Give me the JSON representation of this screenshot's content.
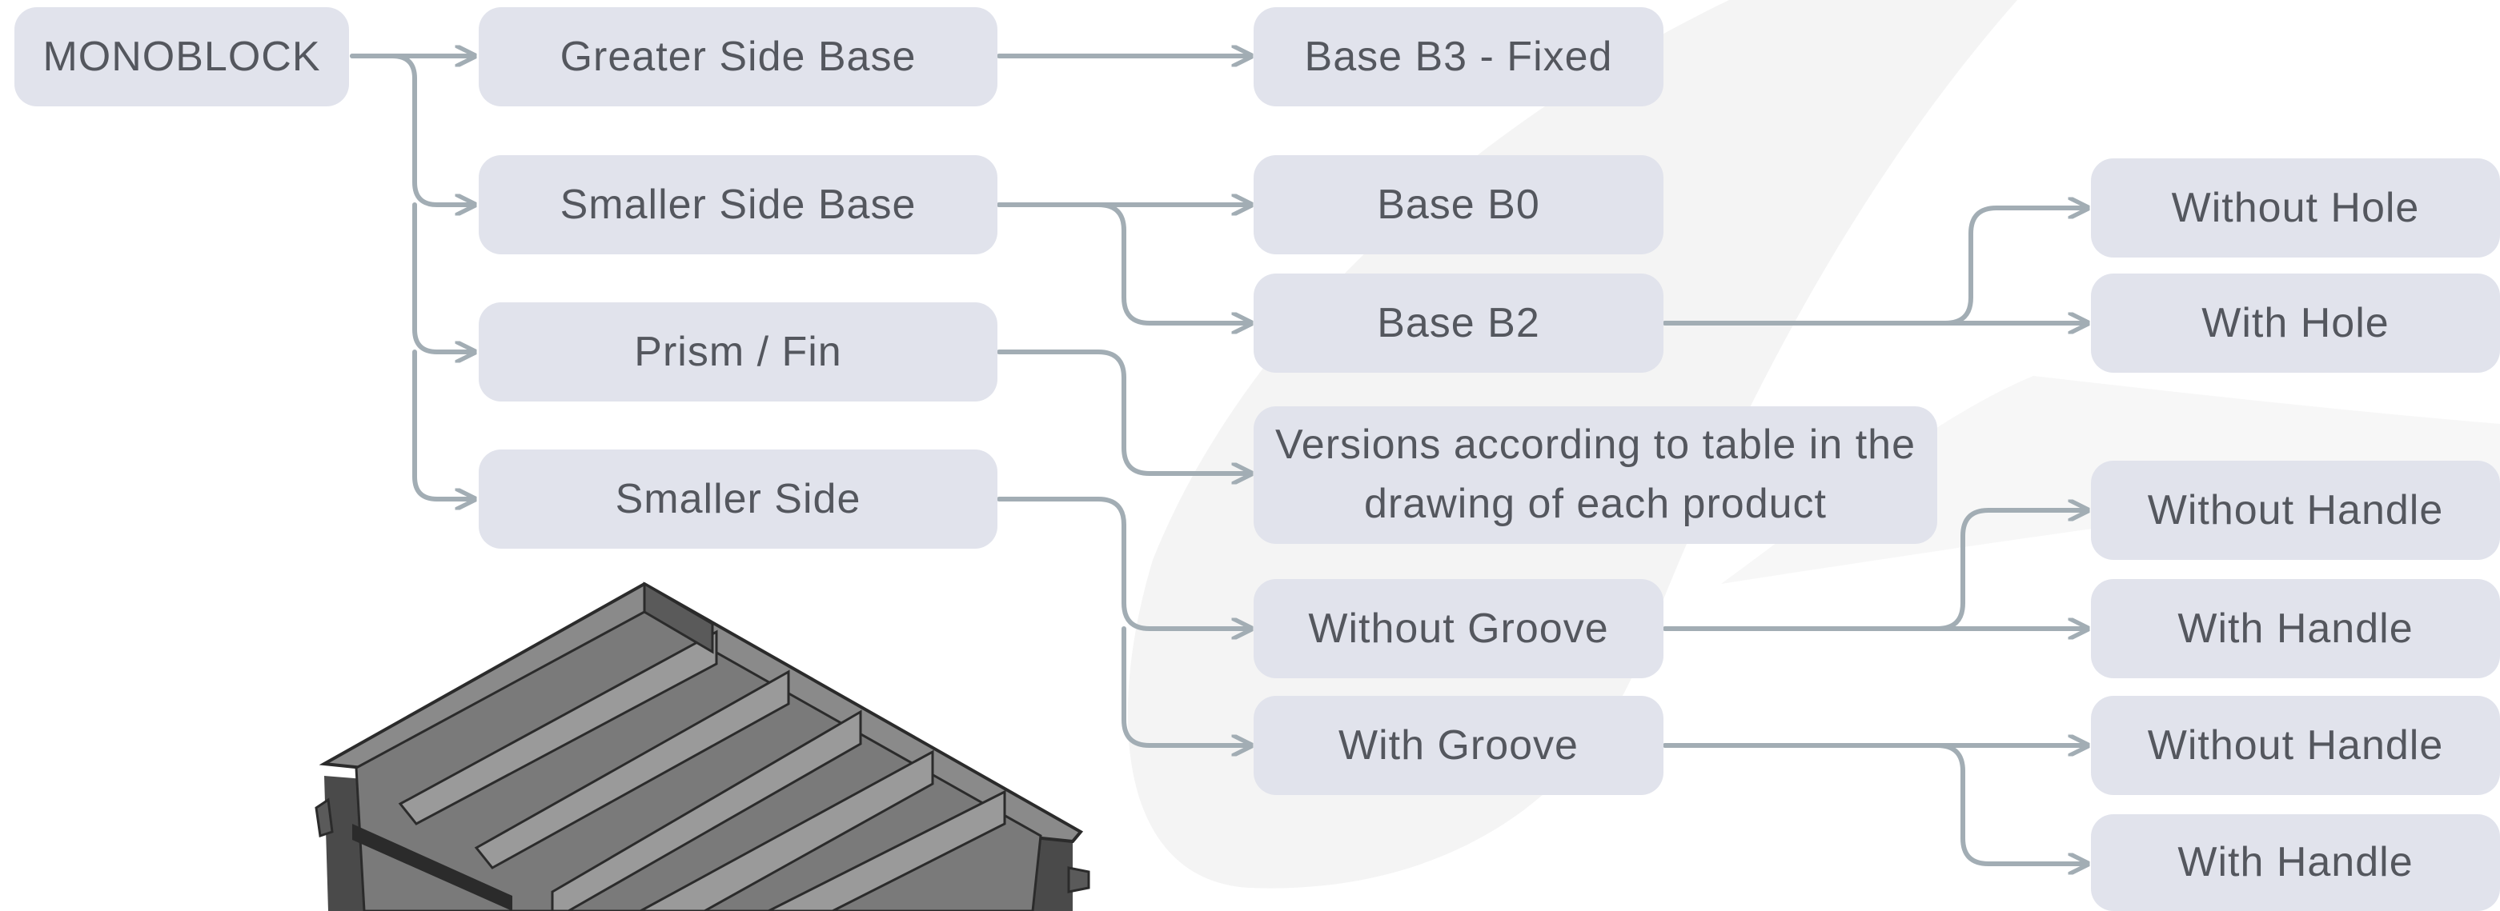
{
  "diagram": {
    "nodes": [
      {
        "id": "monoblock",
        "label": "MONOBLOCK"
      },
      {
        "id": "greater_side_base",
        "label": "Greater Side Base"
      },
      {
        "id": "smaller_side_base",
        "label": "Smaller Side Base"
      },
      {
        "id": "prism_fin",
        "label": "Prism / Fin"
      },
      {
        "id": "smaller_side",
        "label": "Smaller Side"
      },
      {
        "id": "base_b3",
        "label": "Base B3 - Fixed"
      },
      {
        "id": "base_b0",
        "label": "Base B0"
      },
      {
        "id": "base_b2",
        "label": "Base B2"
      },
      {
        "id": "versions",
        "label": "Versions according to table in the drawing of each product"
      },
      {
        "id": "without_groove",
        "label": "Without Groove"
      },
      {
        "id": "with_groove",
        "label": "With Groove"
      },
      {
        "id": "without_hole",
        "label": "Without Hole"
      },
      {
        "id": "with_hole",
        "label": "With Hole"
      },
      {
        "id": "without_handle_1",
        "label": "Without Handle"
      },
      {
        "id": "with_handle_1",
        "label": "With Handle"
      },
      {
        "id": "without_handle_2",
        "label": "Without Handle"
      },
      {
        "id": "with_handle_2",
        "label": "With Handle"
      }
    ],
    "edges": [
      [
        "monoblock",
        "greater_side_base"
      ],
      [
        "monoblock",
        "smaller_side_base"
      ],
      [
        "monoblock",
        "prism_fin"
      ],
      [
        "monoblock",
        "smaller_side"
      ],
      [
        "greater_side_base",
        "base_b3"
      ],
      [
        "smaller_side_base",
        "base_b0"
      ],
      [
        "smaller_side_base",
        "base_b2"
      ],
      [
        "prism_fin",
        "versions"
      ],
      [
        "smaller_side",
        "without_groove"
      ],
      [
        "smaller_side",
        "with_groove"
      ],
      [
        "base_b2",
        "without_hole"
      ],
      [
        "base_b2",
        "with_hole"
      ],
      [
        "without_groove",
        "without_handle_1"
      ],
      [
        "without_groove",
        "with_handle_1"
      ],
      [
        "with_groove",
        "without_handle_2"
      ],
      [
        "with_groove",
        "with_handle_2"
      ]
    ]
  },
  "colors": {
    "node_fill": "#e1e3ec",
    "node_text": "#54575e",
    "connector": "#a2adb4",
    "product_body": "#7d7d7d"
  },
  "icons": {
    "product": "monoblock-tray-illustration"
  }
}
